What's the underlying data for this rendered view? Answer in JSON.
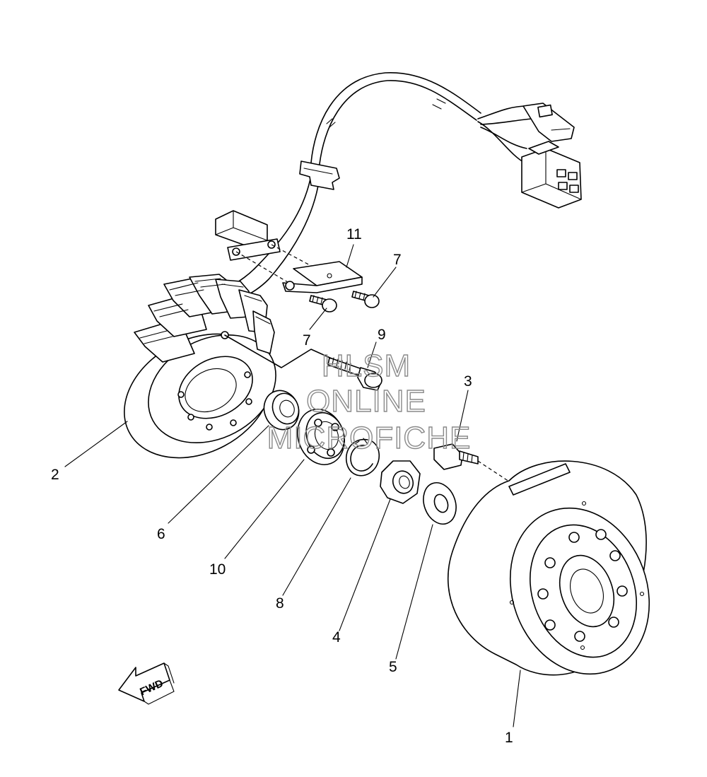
{
  "callouts": [
    {
      "id": "1",
      "label": "1"
    },
    {
      "id": "2",
      "label": "2"
    },
    {
      "id": "3",
      "label": "3"
    },
    {
      "id": "4",
      "label": "4"
    },
    {
      "id": "5",
      "label": "5"
    },
    {
      "id": "6",
      "label": "6"
    },
    {
      "id": "7a",
      "label": "7"
    },
    {
      "id": "7b",
      "label": "7"
    },
    {
      "id": "8",
      "label": "8"
    },
    {
      "id": "9",
      "label": "9"
    },
    {
      "id": "10",
      "label": "10"
    },
    {
      "id": "11",
      "label": "11"
    }
  ],
  "watermark": {
    "line1": "HLSM",
    "line2": "ONLINE",
    "line3": "MICROFICHE"
  },
  "direction_arrow": {
    "label": "FWD",
    "icon": "fwd-arrow-icon"
  }
}
